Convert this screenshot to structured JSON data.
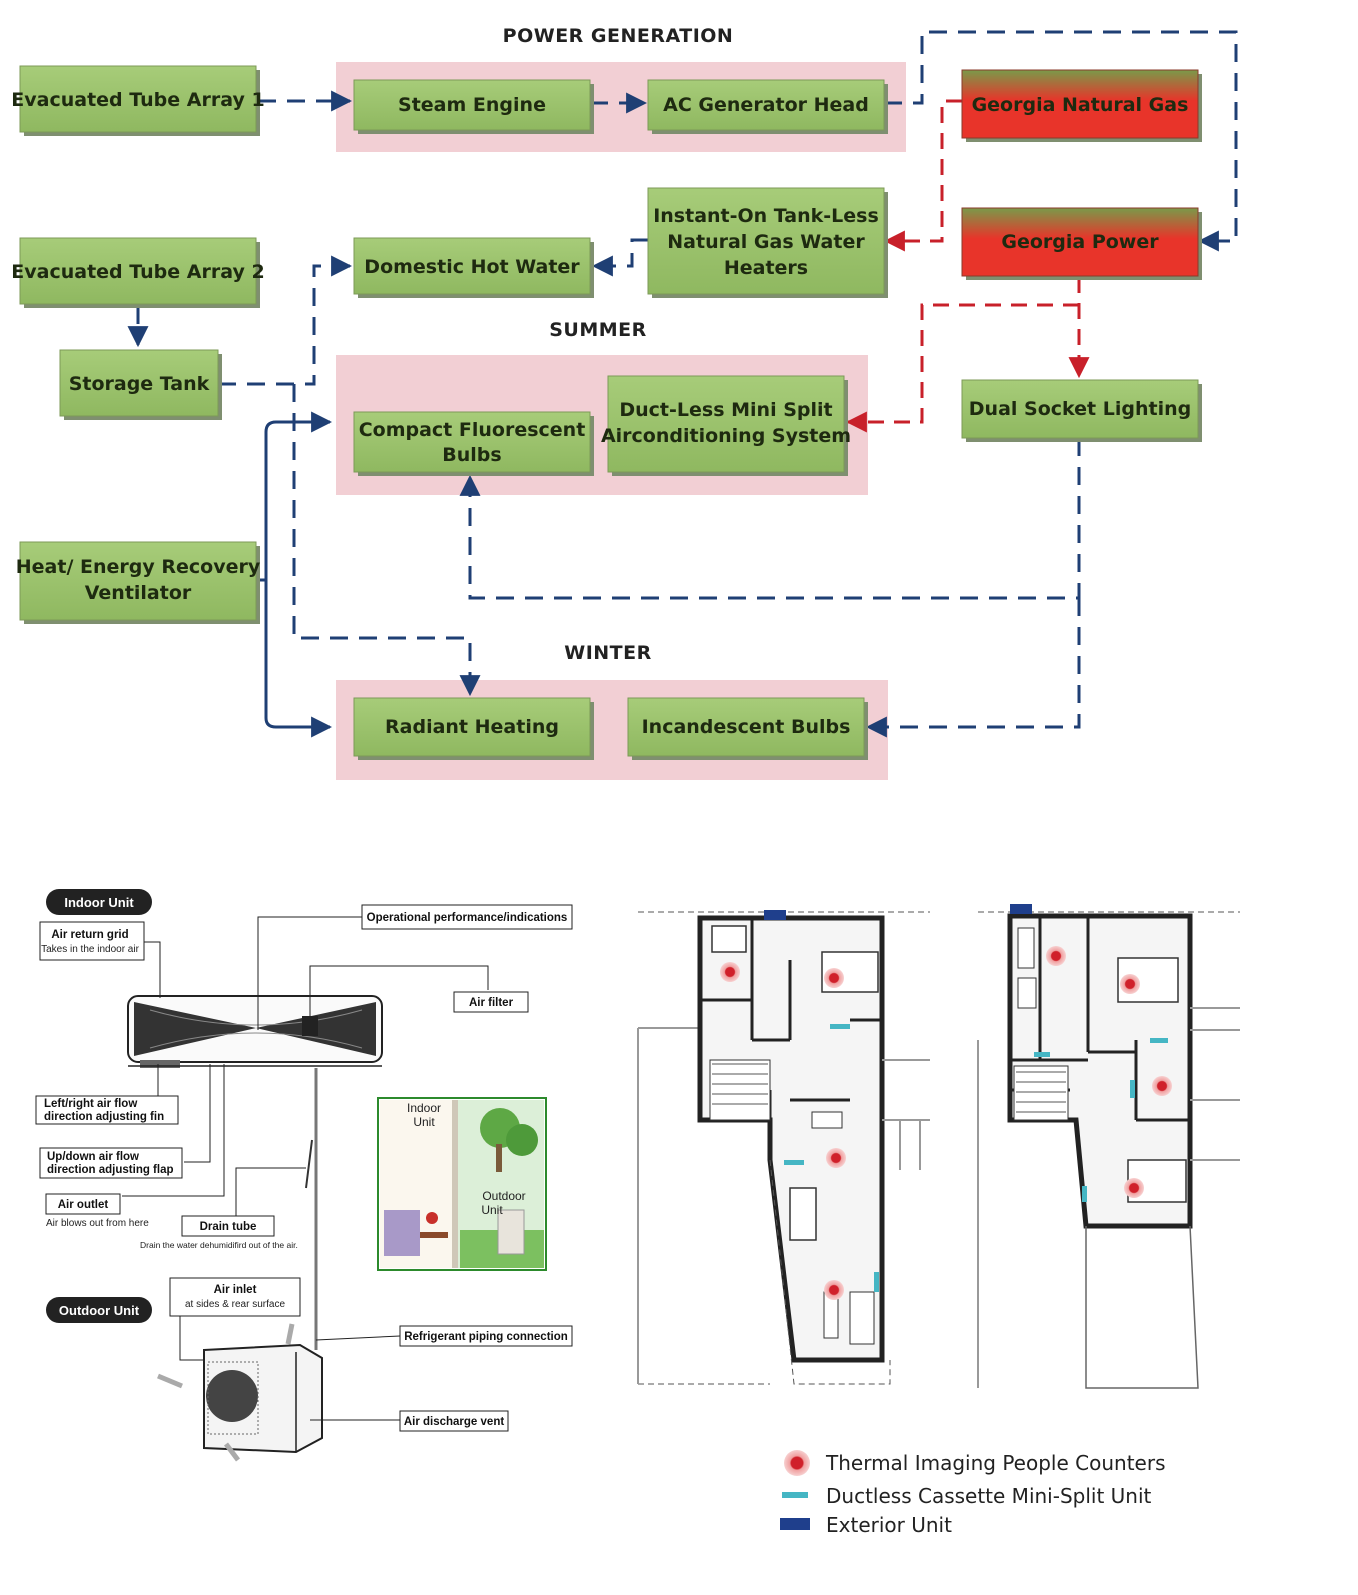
{
  "colors": {
    "green_box": "#9dc46e",
    "red_box": "#e8342a",
    "section_bg": "#f2cfd4",
    "blue_line": "#1f3f74",
    "red_line": "#c8202a",
    "legend_counter": "#d0202a",
    "legend_cassette": "#45b6c4",
    "legend_exterior": "#1f3f8c"
  },
  "sections": {
    "power_generation": "POWER GENERATION",
    "summer": "SUMMER",
    "winter": "WINTER"
  },
  "boxes": {
    "evacuated_tube_1": "Evacuated Tube Array 1",
    "steam_engine": "Steam Engine",
    "ac_generator": "AC Generator Head",
    "georgia_gas": "Georgia Natural Gas",
    "evacuated_tube_2": "Evacuated Tube Array 2",
    "domestic_hot_water": "Domestic Hot Water",
    "instant_on_l1": "Instant-On Tank-Less",
    "instant_on_l2": "Natural Gas Water",
    "instant_on_l3": "Heaters",
    "georgia_power": "Georgia Power",
    "storage_tank": "Storage Tank",
    "cfl_l1": "Compact Fluorescent",
    "cfl_l2": "Bulbs",
    "ductless_l1": "Duct-Less Mini Split",
    "ductless_l2": "Airconditioning System",
    "dual_socket": "Dual Socket Lighting",
    "hrv_l1": "Heat/ Energy Recovery",
    "hrv_l2": "Ventilator",
    "radiant_heating": "Radiant Heating",
    "incandescent": "Incandescent Bulbs"
  },
  "ac_diagram": {
    "indoor_unit_pill": "Indoor  Unit",
    "outdoor_unit_pill": "Outdoor Unit",
    "air_return_grid": "Air return grid",
    "air_return_grid_sub": "Takes in the indoor air",
    "operational": "Operational performance/indications",
    "air_filter": "Air filter",
    "left_right_l1": "Left/right air flow",
    "left_right_l2": "direction adjusting fin",
    "up_down_l1": "Up/down air flow",
    "up_down_l2": "direction adjusting flap",
    "air_outlet": "Air outlet",
    "air_outlet_sub": "Air blows out from here",
    "drain_tube": "Drain tube",
    "drain_tube_sub": "Drain the water dehumidifird out of the air.",
    "air_inlet": "Air inlet",
    "air_inlet_sub": "at sides &  rear surface",
    "refrigerant": "Refrigerant piping connection",
    "air_discharge": "Air discharge vent",
    "scene_indoor_l1": "Indoor",
    "scene_indoor_l2": "Unit",
    "scene_outdoor_l1": "Outdoor",
    "scene_outdoor_l2": "Unit"
  },
  "legend": {
    "counter": "Thermal Imaging People Counters",
    "cassette": "Ductless Cassette Mini-Split Unit",
    "exterior": "Exterior Unit"
  }
}
